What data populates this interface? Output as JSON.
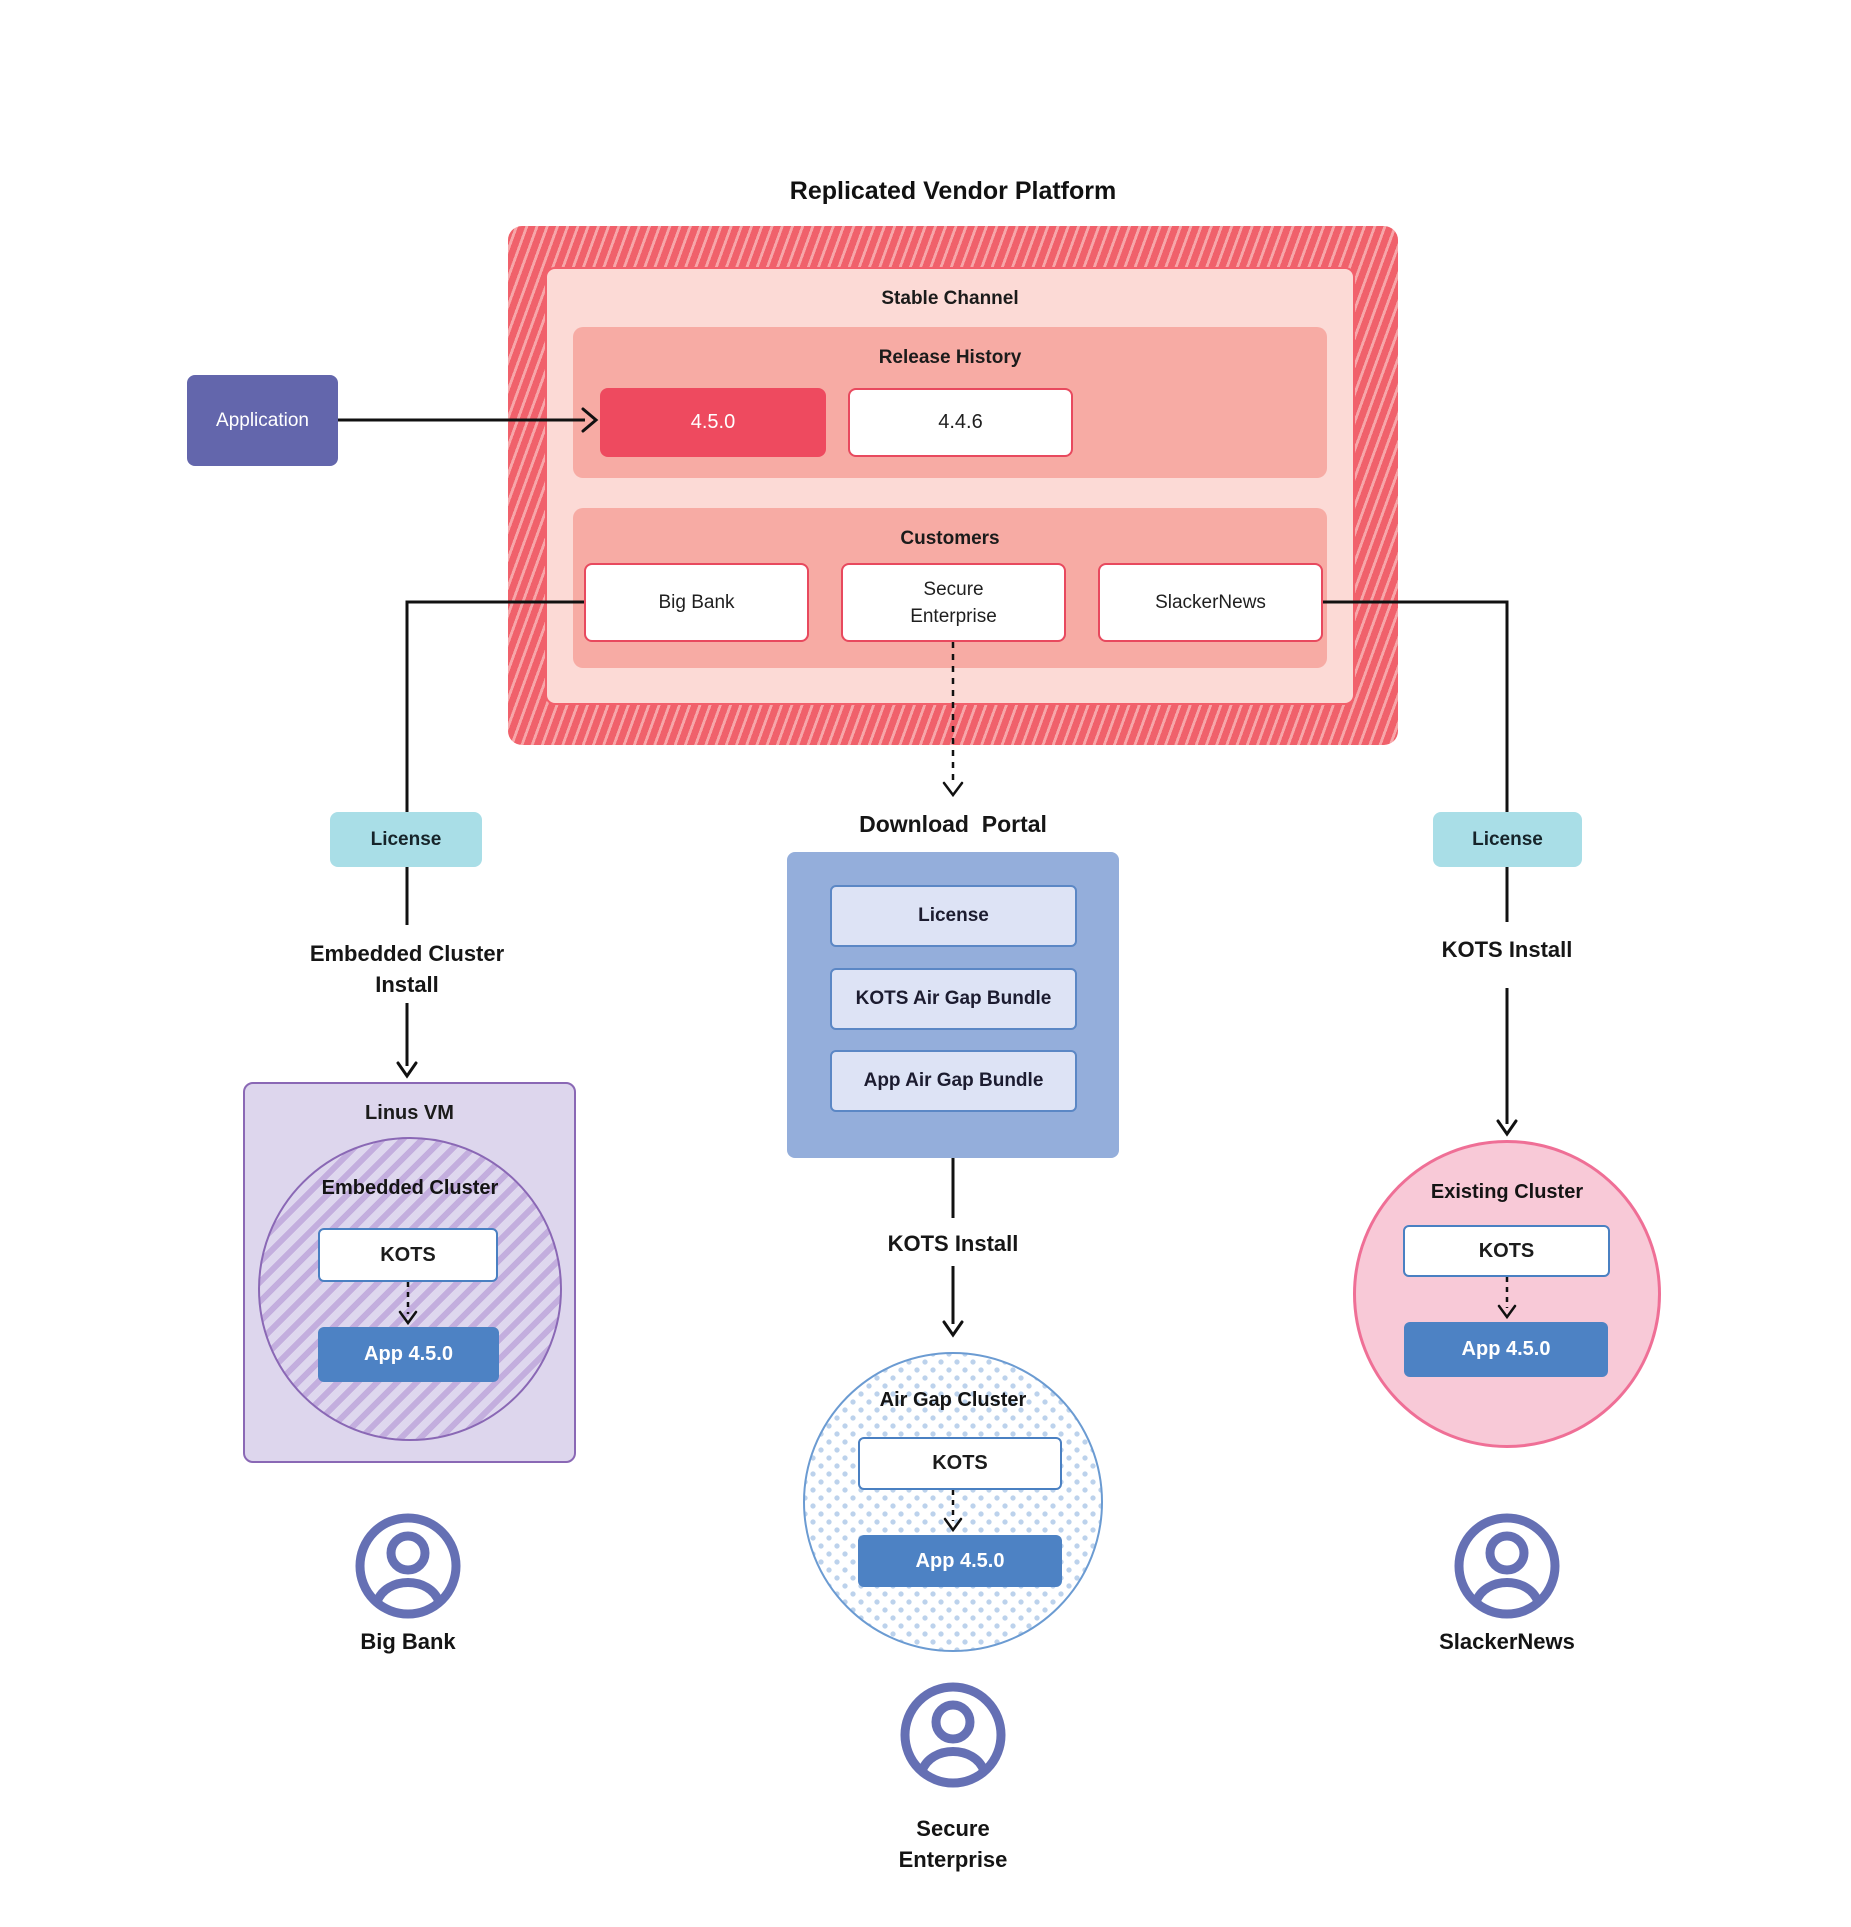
{
  "title": "Replicated Vendor Platform",
  "colors": {
    "hatch_red_base": "#f0616b",
    "hatch_red_stripe": "#f7a6a9",
    "stable_channel_fill": "#fcdad6",
    "section_fill": "#f7aba4",
    "release_highlight": "#ee4a5f",
    "red_border": "#e8495e",
    "application_purple": "#6366ac",
    "license_teal": "#a9dee7",
    "portal_blue": "#94aedb",
    "portal_item_fill": "#dde3f5",
    "portal_item_border": "#5b87c5",
    "app_blue": "#4d82c4",
    "kots_border": "#4a80c2",
    "vm_fill": "#ddd6ed",
    "vm_border": "#8a68b5",
    "vm_hatch": "#c3aede",
    "airgap_border": "#6b9bd2",
    "airgap_dot": "#bcd2ec",
    "existing_fill": "#f8c9d7",
    "existing_border": "#ef6f96",
    "persona_purple": "#6570b4",
    "connector": "#111111"
  },
  "application": {
    "label": "Application"
  },
  "platform": {
    "stable_channel": {
      "label": "Stable Channel"
    },
    "release_history": {
      "label": "Release History",
      "releases": [
        {
          "version": "4.5.0",
          "highlighted": true
        },
        {
          "version": "4.4.6",
          "highlighted": false
        }
      ]
    },
    "customers": {
      "label": "Customers",
      "items": [
        "Big Bank",
        "Secure Enterprise",
        "SlackerNews"
      ]
    }
  },
  "left": {
    "license": "License",
    "install": "Embedded Cluster Install",
    "vm": {
      "title": "Linus VM",
      "cluster": "Embedded Cluster",
      "kots": "KOTS",
      "app": "App 4.5.0"
    },
    "persona": "Big Bank"
  },
  "middle": {
    "portal_title": "Download  Portal",
    "portal_items": [
      "License",
      "KOTS Air Gap Bundle",
      "App Air Gap Bundle"
    ],
    "install": "KOTS Install",
    "cluster": {
      "title": "Air Gap Cluster",
      "kots": "KOTS",
      "app": "App 4.5.0"
    },
    "persona": "Secure Enterprise"
  },
  "right": {
    "license": "License",
    "install": "KOTS Install",
    "cluster": {
      "title": "Existing Cluster",
      "kots": "KOTS",
      "app": "App 4.5.0"
    },
    "persona": "SlackerNews"
  }
}
